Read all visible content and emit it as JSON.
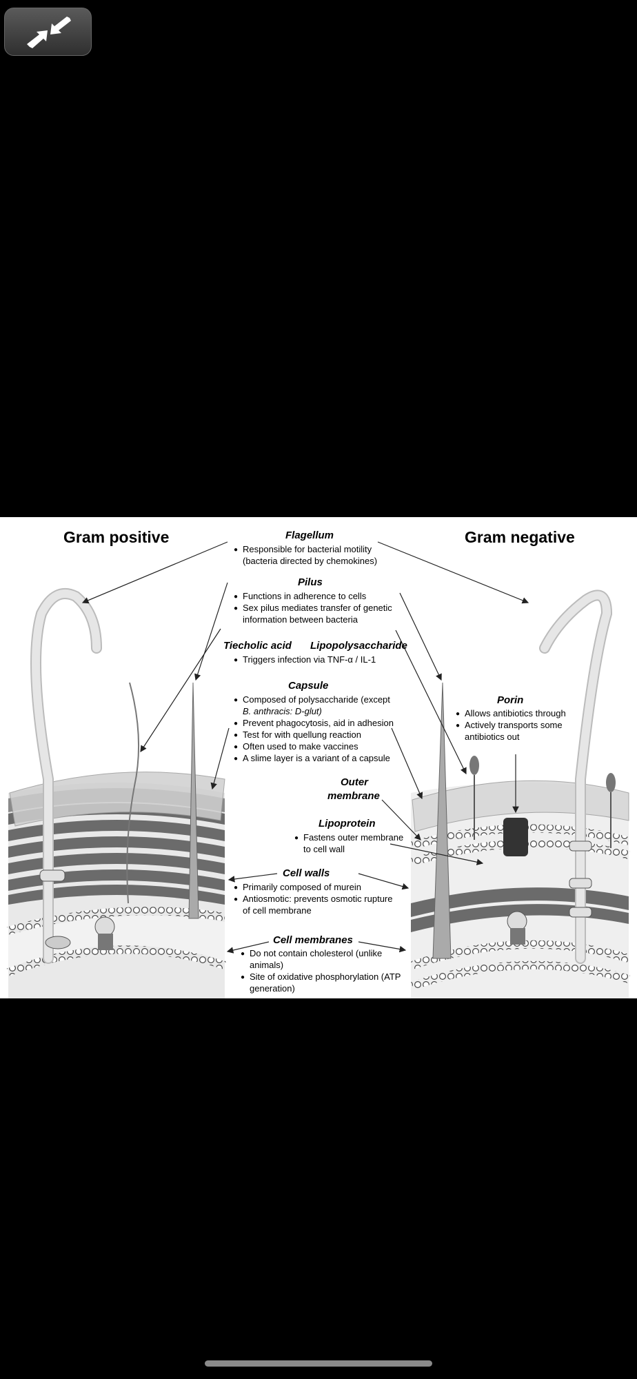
{
  "controls": {
    "collapse_icon": "arrows-pointing-in-icon"
  },
  "figure": {
    "gram_positive": "Gram positive",
    "gram_negative": "Gram negative",
    "flagellum": {
      "title": "Flagellum",
      "items": [
        "Responsible for bacterial motility",
        "(bacteria directed by chemokines)"
      ]
    },
    "pilus": {
      "title": "Pilus",
      "items": [
        "Functions in adherence to cells",
        "Sex pilus mediates transfer of genetic",
        "information between bacteria"
      ]
    },
    "teichoic": {
      "title": "Tiecholic acid",
      "items": [
        "Triggers infection via TNF-α / IL-1"
      ]
    },
    "lps": {
      "title": "Lipopolysaccharide"
    },
    "capsule": {
      "title": "Capsule",
      "items": [
        "Composed of polysaccharide (except",
        "B. anthracis: D-glut)",
        "Prevent phagocytosis, aid in adhesion",
        "Test for with quellung reaction",
        "Often used to make vaccines",
        "A slime layer is a variant of a capsule"
      ]
    },
    "porin": {
      "title": "Porin",
      "items": [
        "Allows antibiotics through",
        "Actively transports some",
        "antibiotics out"
      ]
    },
    "outer_membrane": {
      "line1": "Outer",
      "line2": "membrane"
    },
    "lipoprotein": {
      "title": "Lipoprotein",
      "items": [
        "Fastens outer membrane",
        "to cell wall"
      ]
    },
    "cell_walls": {
      "title": "Cell walls",
      "items": [
        "Primarily composed of murein",
        "Antiosmotic: prevents osmotic rupture",
        "of cell membrane"
      ]
    },
    "cell_membranes": {
      "title": "Cell membranes",
      "items": [
        "Do not contain cholesterol (unlike",
        "animals)",
        "Site of oxidative phosphorylation (ATP",
        "generation)"
      ]
    }
  }
}
